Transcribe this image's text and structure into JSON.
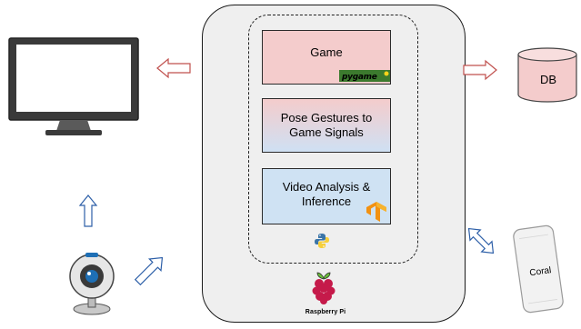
{
  "blocks": {
    "game": "Game",
    "pose": "Pose Gestures to\nGame Signals",
    "video": "Video Analysis &\nInference"
  },
  "database": {
    "label": "DB"
  },
  "raspberry_pi": {
    "label": "Raspberry Pi"
  },
  "logos": {
    "pygame": "pygame",
    "coral": "Coral"
  },
  "icons": [
    "monitor-icon",
    "webcam-icon",
    "database-icon",
    "coral-device-icon",
    "raspberry-pi-logo-icon",
    "python-logo-icon",
    "tensorflow-logo-icon",
    "pygame-logo-icon"
  ],
  "colors": {
    "game_fill": "#f4cccc",
    "video_fill": "#cfe2f3",
    "db_fill": "#f4cccc",
    "pi_box_fill": "#efefef"
  }
}
